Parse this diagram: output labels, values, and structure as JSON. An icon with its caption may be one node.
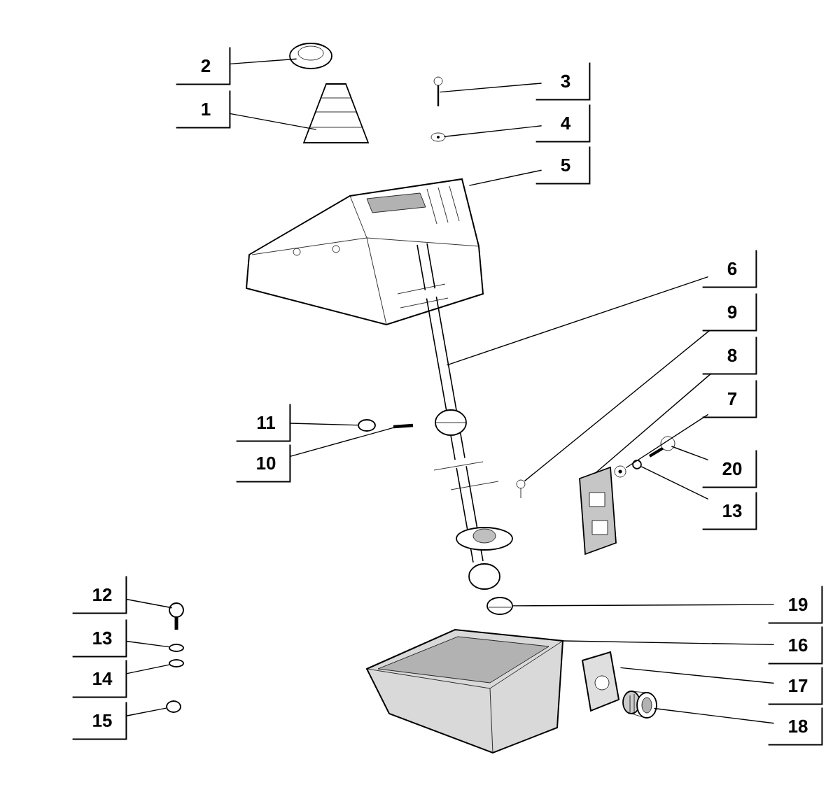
{
  "diagram": {
    "nodes": [
      {
        "text": [
          "2"
        ]
      },
      {
        "text": [
          "1"
        ]
      },
      {
        "text": [
          "3"
        ]
      },
      {
        "text": [
          "4"
        ]
      },
      {
        "text": [
          "5"
        ]
      },
      {
        "text": [
          "6"
        ]
      },
      {
        "text": [
          "9"
        ]
      },
      {
        "text": [
          "8"
        ]
      },
      {
        "text": [
          "7"
        ]
      },
      {
        "text": [
          "20"
        ]
      },
      {
        "text": [
          "13"
        ]
      },
      {
        "text": [
          "11"
        ]
      },
      {
        "text": [
          "10"
        ]
      },
      {
        "text": [
          "12"
        ]
      },
      {
        "text": [
          "13"
        ]
      },
      {
        "text": [
          "14"
        ]
      },
      {
        "text": [
          "15"
        ]
      },
      {
        "text": [
          "19"
        ]
      },
      {
        "text": [
          "16"
        ]
      },
      {
        "text": [
          "17"
        ]
      },
      {
        "text": [
          "18"
        ]
      },
      {
        "text": [],
        "shape": "picture"
      },
      {
        "text": [],
        "shape": "picture"
      },
      {
        "text": [],
        "shape": "picture"
      },
      {
        "text": [],
        "shape": "picture"
      },
      {
        "text": [],
        "shape": "picture"
      },
      {
        "text": [],
        "shape": "picture"
      },
      {
        "text": [],
        "shape": "picture"
      },
      {
        "text": [],
        "shape": "picture"
      },
      {
        "text": [],
        "shape": "picture"
      },
      {
        "text": [],
        "shape": "picture"
      },
      {
        "text": [],
        "shape": "circle"
      },
      {
        "text": [],
        "shape": "circle"
      },
      {
        "text": [],
        "shape": "picture"
      },
      {
        "text": [],
        "shape": "picture"
      },
      {
        "text": [],
        "shape": "circle"
      },
      {
        "text": [],
        "shape": "circle"
      },
      {
        "text": [],
        "shape": "circle"
      },
      {
        "text": [],
        "shape": "picture"
      },
      {
        "text": [],
        "shape": "picture"
      },
      {
        "text": [],
        "shape": "picture"
      },
      {
        "text": [],
        "shape": "picture"
      }
    ],
    "edges": [
      {
        "from": 0,
        "to": 21,
        "arrow": "none"
      },
      {
        "from": 1,
        "to": 22,
        "arrow": "none"
      },
      {
        "from": 2,
        "to": 23,
        "arrow": "none"
      },
      {
        "from": 3,
        "to": 24,
        "arrow": "none"
      },
      {
        "from": 4,
        "to": 25,
        "arrow": "none"
      },
      {
        "from": 5,
        "to": 26,
        "arrow": "none"
      },
      {
        "from": 6,
        "to": 27,
        "arrow": "none"
      },
      {
        "from": 7,
        "to": 28,
        "arrow": "none"
      },
      {
        "from": 8,
        "to": 29,
        "arrow": "none"
      },
      {
        "from": 9,
        "to": 30,
        "arrow": "none"
      },
      {
        "from": 10,
        "to": 31,
        "arrow": "none"
      },
      {
        "from": 11,
        "to": 32,
        "arrow": "none"
      },
      {
        "from": 12,
        "to": 33,
        "arrow": "none"
      },
      {
        "from": 13,
        "to": 34,
        "arrow": "none"
      },
      {
        "from": 14,
        "to": 35,
        "arrow": "none"
      },
      {
        "from": 15,
        "to": 36,
        "arrow": "none"
      },
      {
        "from": 16,
        "to": 37,
        "arrow": "none"
      },
      {
        "from": 17,
        "to": 38,
        "arrow": "none"
      },
      {
        "from": 18,
        "to": 39,
        "arrow": "none"
      },
      {
        "from": 19,
        "to": 40,
        "arrow": "none"
      },
      {
        "from": 20,
        "to": 41,
        "arrow": "none"
      }
    ]
  }
}
